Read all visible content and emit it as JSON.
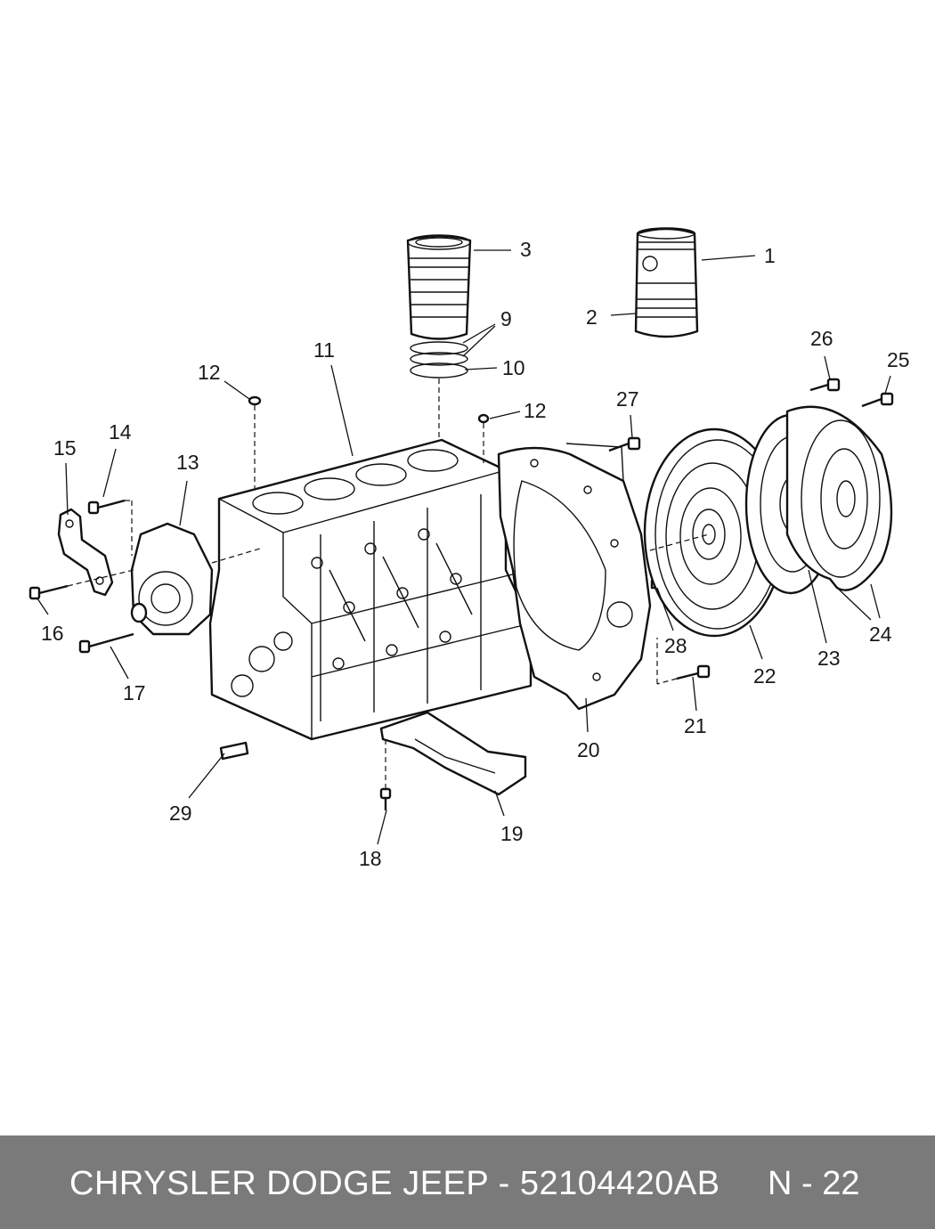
{
  "callouts": [
    {
      "id": "1",
      "text": "1"
    },
    {
      "id": "2",
      "text": "2"
    },
    {
      "id": "3",
      "text": "3"
    },
    {
      "id": "9",
      "text": "9"
    },
    {
      "id": "10",
      "text": "10"
    },
    {
      "id": "11",
      "text": "11"
    },
    {
      "id": "12a",
      "text": "12"
    },
    {
      "id": "12b",
      "text": "12"
    },
    {
      "id": "13",
      "text": "13"
    },
    {
      "id": "14",
      "text": "14"
    },
    {
      "id": "15",
      "text": "15"
    },
    {
      "id": "16",
      "text": "16"
    },
    {
      "id": "17",
      "text": "17"
    },
    {
      "id": "18",
      "text": "18"
    },
    {
      "id": "19",
      "text": "19"
    },
    {
      "id": "20",
      "text": "20"
    },
    {
      "id": "21",
      "text": "21"
    },
    {
      "id": "22",
      "text": "22"
    },
    {
      "id": "23",
      "text": "23"
    },
    {
      "id": "24",
      "text": "24"
    },
    {
      "id": "25",
      "text": "25"
    },
    {
      "id": "26",
      "text": "26"
    },
    {
      "id": "27",
      "text": "27"
    },
    {
      "id": "28",
      "text": "28"
    },
    {
      "id": "29",
      "text": "29"
    }
  ],
  "footer": {
    "title": "CHRYSLER DODGE JEEP - 52104420AB",
    "page": "N - 22"
  }
}
